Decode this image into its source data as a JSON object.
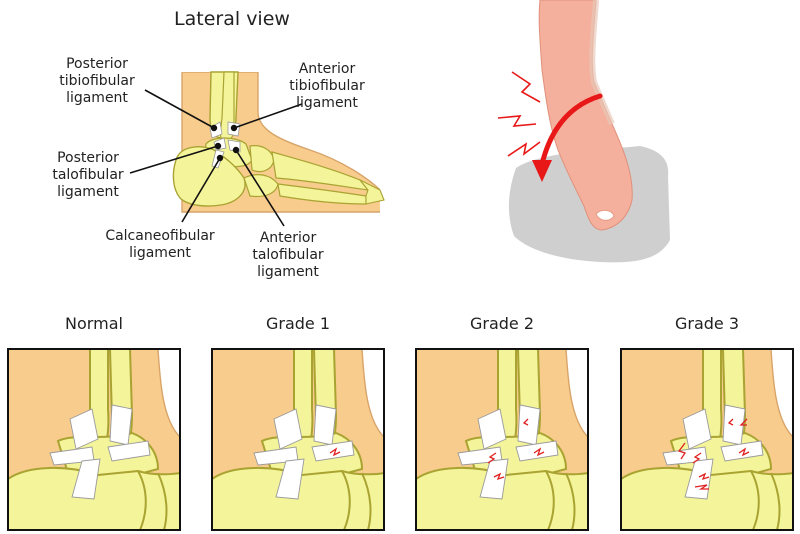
{
  "title": "Lateral view",
  "labels": {
    "post_tibiofibular": [
      "Posterior",
      "tibiofibular",
      "ligament"
    ],
    "ant_tibiofibular": [
      "Anterior",
      "tibiofibular",
      "ligament"
    ],
    "post_talofibular": [
      "Posterior",
      "talofibular",
      "ligament"
    ],
    "calcaneofibular": [
      "Calcaneofibular",
      "ligament"
    ],
    "ant_talofibular": [
      "Anterior",
      "talofibular",
      "ligament"
    ]
  },
  "grades": [
    "Normal",
    "Grade 1",
    "Grade 2",
    "Grade 3"
  ],
  "colors": {
    "skin": "#f8cc8c",
    "bone": "#f4f49a",
    "bone_outline": "#a9a332",
    "ligament": "#ffffff",
    "tear": "#e02020",
    "arrow": "#e81818",
    "shadow": "#cfcfcf",
    "leg": "#f4b09c"
  }
}
